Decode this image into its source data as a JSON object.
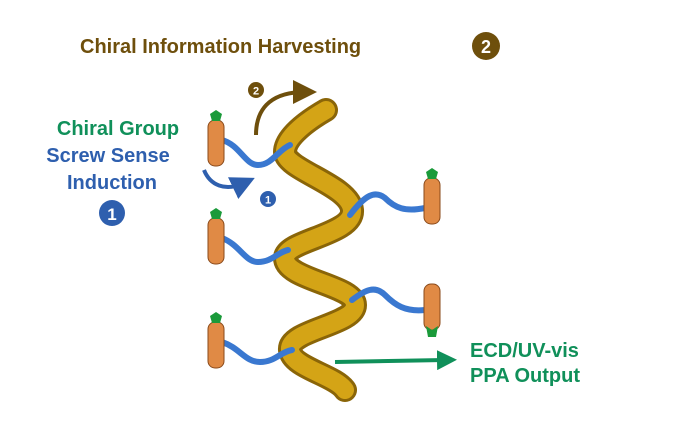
{
  "title": {
    "text": "Chiral Information Harvesting",
    "badge": "2"
  },
  "left_label": {
    "line1": "Chiral Group",
    "line2": "Screw Sense",
    "line3": "Induction",
    "badge": "1"
  },
  "step_badges": {
    "harvest": "2",
    "induction": "1"
  },
  "output_label": {
    "line1": "ECD/UV-vis",
    "line2": "PPA Output"
  },
  "colors": {
    "brown": "#6e4f0c",
    "green": "#10905a",
    "blue": "#2e5fae",
    "backbone": "#c9980f",
    "link": "#3a78d0",
    "rotor": "#e08a45",
    "tip": "#1a9a3a"
  }
}
